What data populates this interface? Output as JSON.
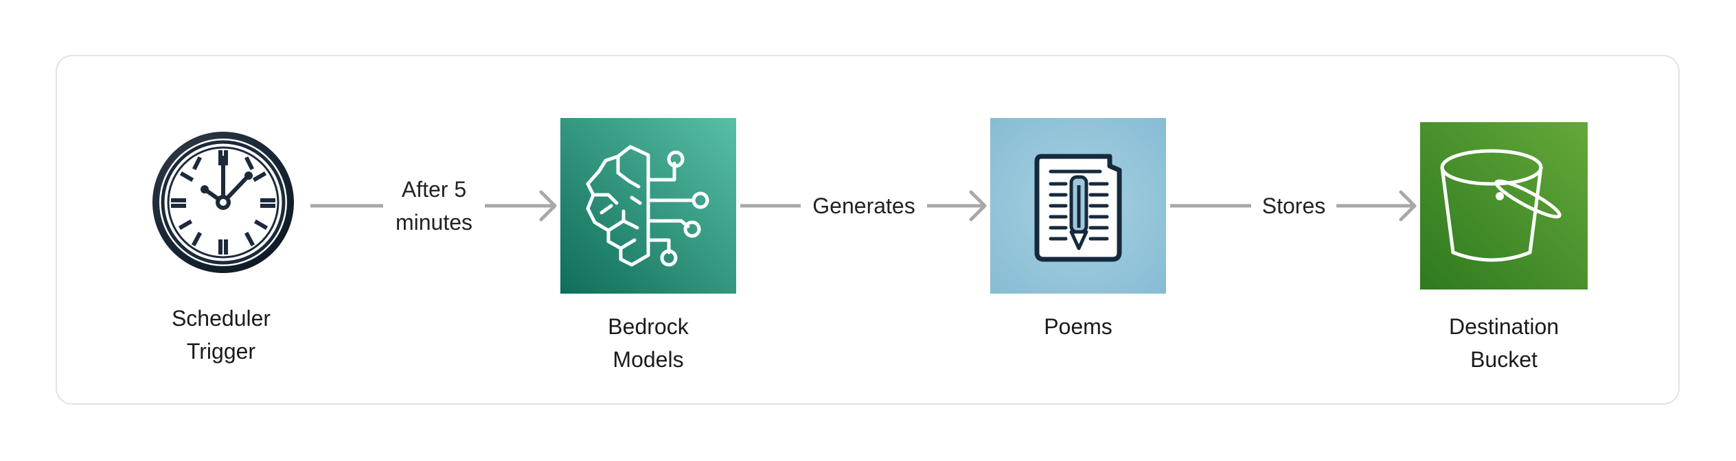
{
  "nodes": [
    {
      "id": "scheduler",
      "label_line1": "Scheduler",
      "label_line2": "Trigger",
      "icon": "clock-icon"
    },
    {
      "id": "bedrock",
      "label_line1": "Bedrock",
      "label_line2": "Models",
      "icon": "brain-circuit-icon",
      "color_start": "#0f6e58",
      "color_end": "#58bfa6"
    },
    {
      "id": "poems",
      "label_line1": "Poems",
      "label_line2": "",
      "icon": "document-pencil-icon",
      "color_start": "#86bcd4",
      "color_end": "#a9d1e2"
    },
    {
      "id": "bucket",
      "label_line1": "Destination",
      "label_line2": "Bucket",
      "icon": "bucket-icon",
      "color_start": "#2e7a1f",
      "color_end": "#65a83a"
    }
  ],
  "edges": [
    {
      "from": "scheduler",
      "to": "bedrock",
      "label_line1": "After 5",
      "label_line2": "minutes"
    },
    {
      "from": "bedrock",
      "to": "poems",
      "label_line1": "Generates",
      "label_line2": ""
    },
    {
      "from": "poems",
      "to": "bucket",
      "label_line1": "Stores",
      "label_line2": ""
    }
  ],
  "colors": {
    "arrow": "#a8a8a8",
    "frame_border": "#e3e3e3",
    "clock_dark": "#1c2a3a"
  }
}
